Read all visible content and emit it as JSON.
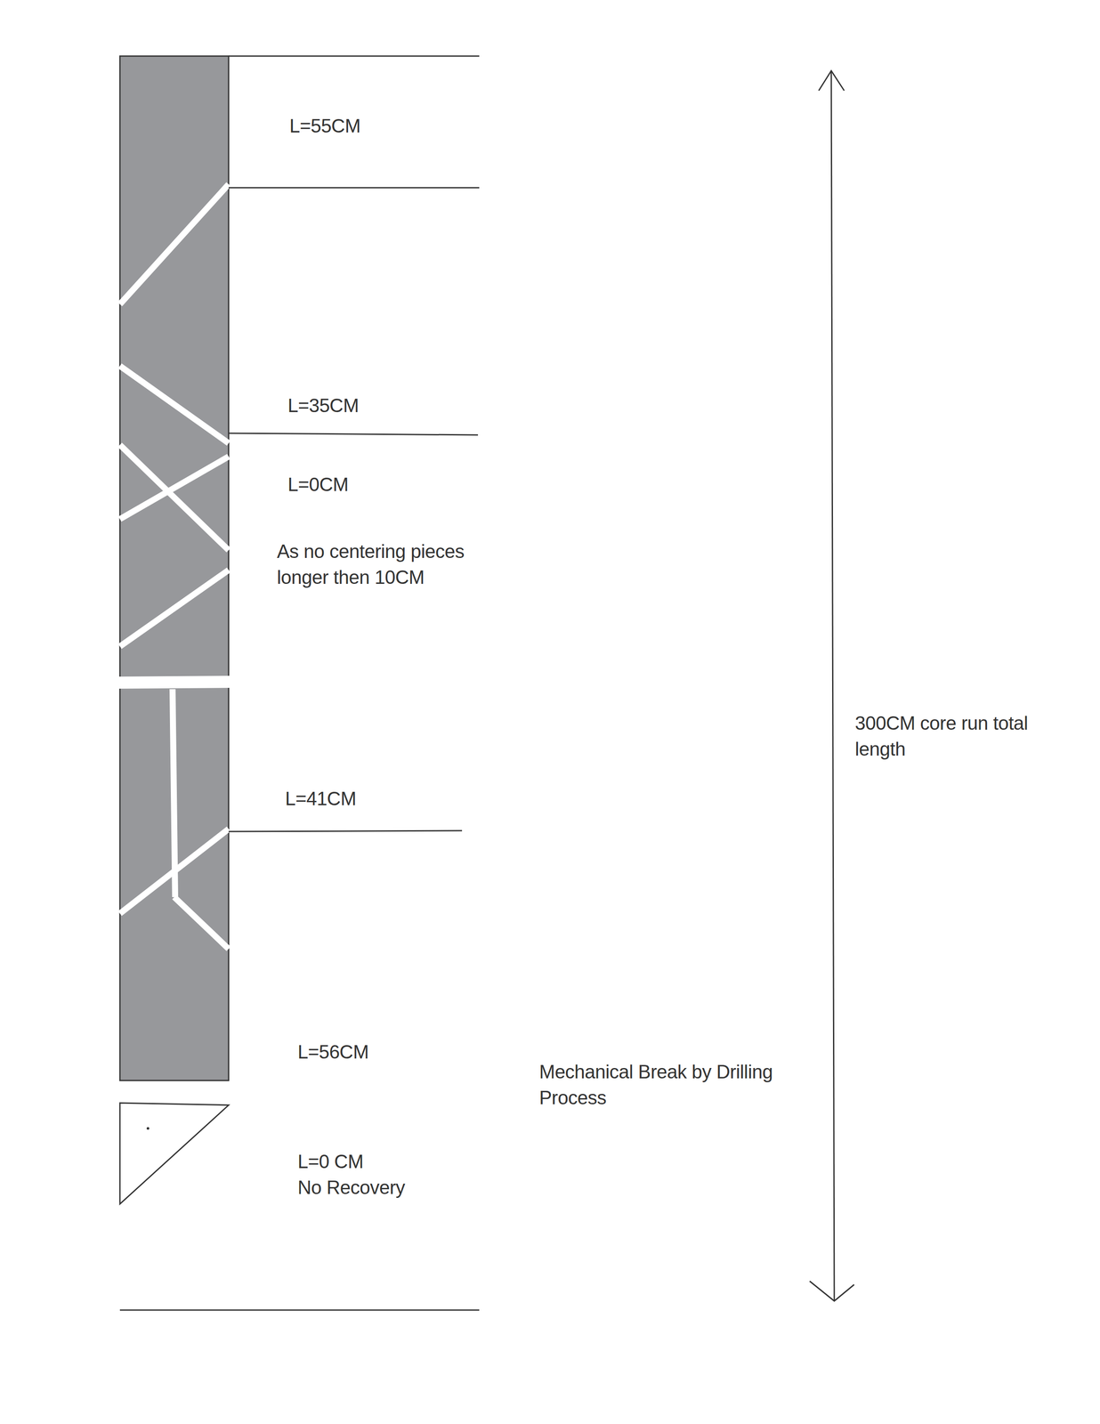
{
  "diagram": {
    "labels": [
      "L=55CM",
      "L=35CM",
      "L=0CM",
      "As no centering pieces longer then 10CM",
      "L=41CM",
      "L=56CM",
      "L=0 CM",
      "No Recovery",
      "Mechanical Break by Drilling Process",
      "300CM core run total length"
    ]
  }
}
